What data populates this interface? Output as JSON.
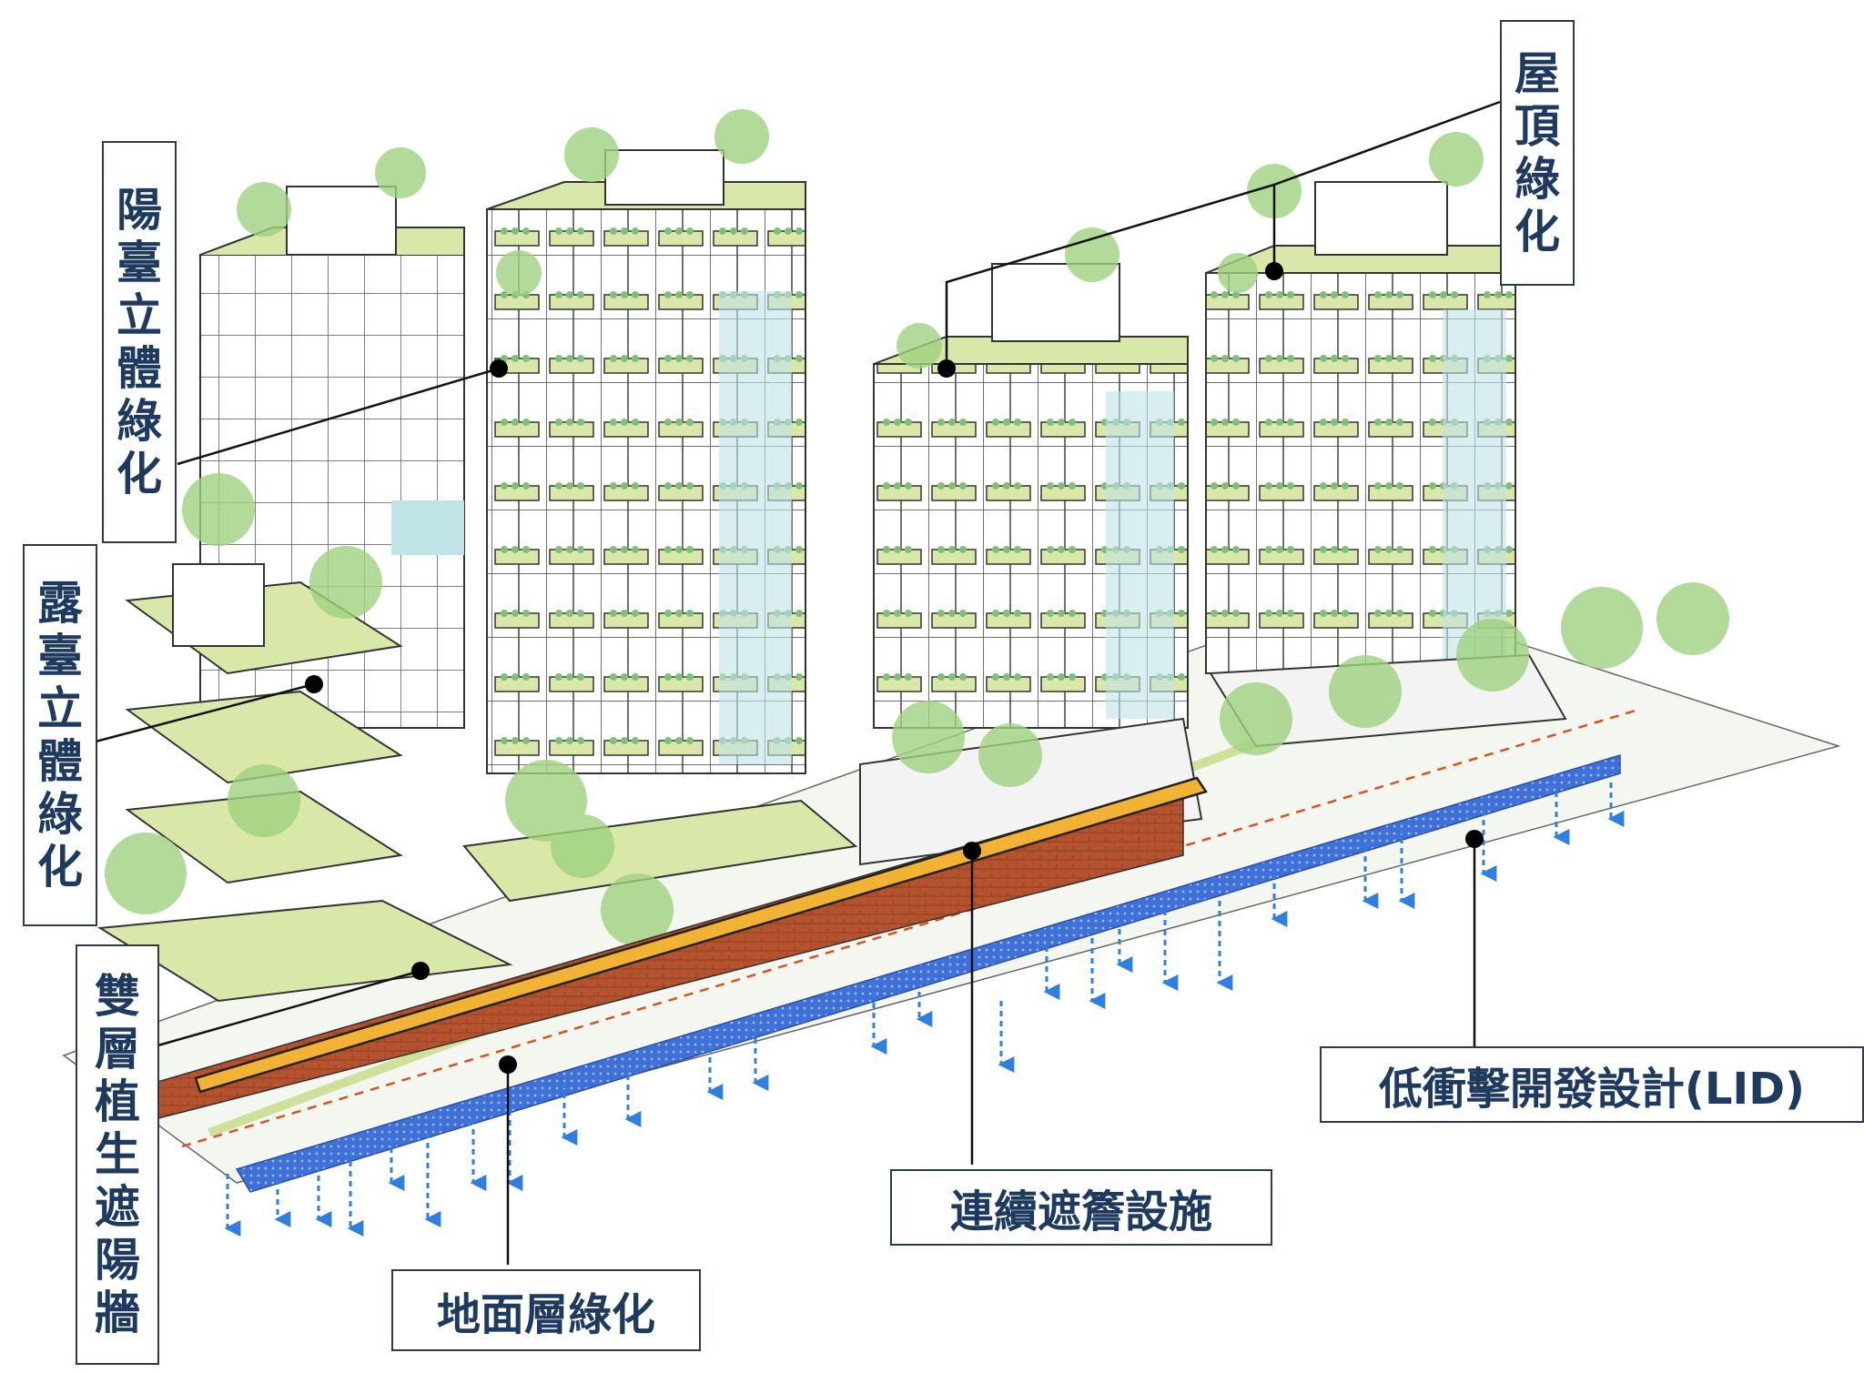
{
  "labels": {
    "balcony_greening": "陽臺立體綠化",
    "terrace_greening": "露臺立體綠化",
    "double_layer_wall": "雙層植生遮陽牆",
    "roof_greening": "屋頂綠化",
    "lid": "低衝擊開發設計(LID)",
    "continuous_canopy": "連續遮簷設施",
    "ground_greening": "地面層綠化"
  },
  "colors": {
    "label_text": "#1e3a5f",
    "label_border": "#2b3a4a",
    "leader_line": "#111111",
    "tree_green": "#9fd27f",
    "balcony_green": "#d9e7a8",
    "canopy_orange": "#f2b233",
    "brick_red": "#b5532e",
    "water_blue": "#3f6fd8",
    "rain_arrow_blue": "#2f7fe0",
    "glass_cyan": "#bfe3e6"
  }
}
